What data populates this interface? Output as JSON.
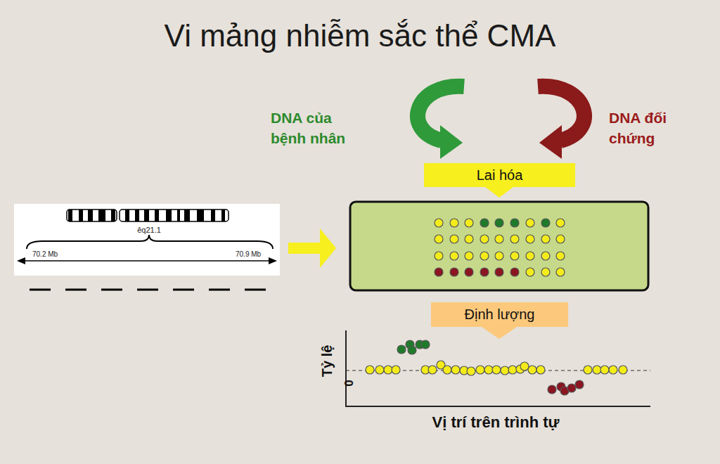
{
  "diagram": {
    "title": "Vi mảng nhiễm sắc thể CMA",
    "nodes": [
      {
        "text": [
          "êq21.1",
          "70.2 Mb",
          "70.9 Mb"
        ]
      },
      {
        "text": [
          "Lai hóa"
        ]
      },
      {
        "text": [
          "Định lượng"
        ]
      }
    ],
    "labels": [
      "DNA của bệnh nhân",
      "DNA đối chứng",
      "Tỷ lệ",
      "0",
      "Vị trí trên trình tự"
    ]
  }
}
